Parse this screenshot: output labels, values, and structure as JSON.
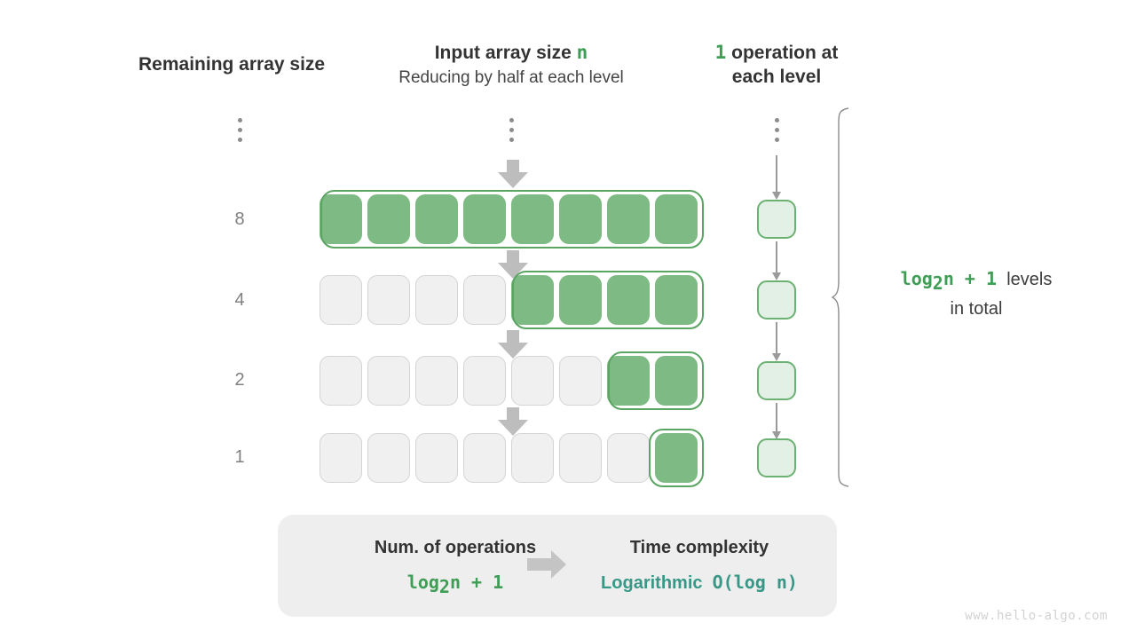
{
  "headers": {
    "left": "Remaining array size",
    "middle_title_pre": "Input array size ",
    "middle_title_var": "n",
    "middle_sub": "Reducing by half at each level",
    "right_var": "1",
    "right_line1": " operation at",
    "right_line2": "each level"
  },
  "row_labels": [
    "8",
    "4",
    "2",
    "1"
  ],
  "ellipsis_label": "vertical-ellipsis",
  "brace": {
    "formula_pre": "log",
    "formula_sub": "2",
    "formula_post": "n + 1",
    "caption_line1": "levels",
    "caption_line2": "in total"
  },
  "summary": {
    "left_title": "Num. of operations",
    "left_formula_pre": "log",
    "left_formula_sub": "2",
    "left_formula_post": "n + 1",
    "arrow": "right-arrow",
    "right_title": "Time complexity",
    "right_value_word": "Logarithmic",
    "right_value_notation": "O(log n)"
  },
  "watermark": "www.hello-algo.com",
  "colors": {
    "green_fill": "#7eba83",
    "green_outline": "#5aa562",
    "green_text": "#3f9d55",
    "light_green_fill": "#e3f0e5",
    "gray_cell": "#f0f0f0",
    "gray_cell_border": "#d4d4d4",
    "teal": "#389787",
    "arrow_gray": "#bdbdbd",
    "panel_bg": "#eeeeee",
    "label_gray": "#808080"
  },
  "chart_data": {
    "type": "diagram",
    "title": "Logarithmic time complexity: halving search space",
    "total_cells": 8,
    "levels": [
      {
        "remaining": 8,
        "gray_cells": 0,
        "green_cells": 8,
        "operations": 1
      },
      {
        "remaining": 4,
        "gray_cells": 4,
        "green_cells": 4,
        "operations": 1
      },
      {
        "remaining": 2,
        "gray_cells": 6,
        "green_cells": 2,
        "operations": 1
      },
      {
        "remaining": 1,
        "gray_cells": 7,
        "green_cells": 1,
        "operations": 1
      }
    ],
    "total_levels_formula": "log2(n) + 1",
    "complexity": "O(log n)"
  }
}
